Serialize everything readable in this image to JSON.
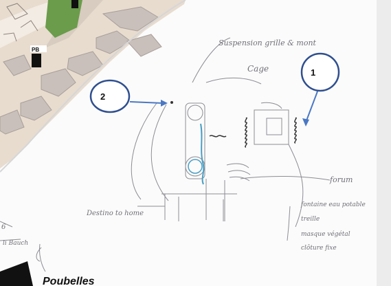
{
  "map": {
    "building_code": "PB",
    "footer_word": "Poubelles"
  },
  "callouts": {
    "one": {
      "number": "1"
    },
    "two": {
      "number": "2"
    }
  },
  "sketch_labels": {
    "suspension": "Suspension grille & mont",
    "cage": "Cage",
    "forum": "forum",
    "destiny": "Destino to home",
    "fontaine_line1": "fontaine eau potable",
    "fontaine_line2": "treille",
    "fontaine_line3": "masque végétal",
    "fontaine_line4": "clôture fixe",
    "left_margin1": "6",
    "left_margin2": "li Bauch"
  },
  "colors": {
    "callout_stroke": "#2f4f8f",
    "callout_arrow": "#4a78c4",
    "map_bg": "#e8dccf",
    "map_building": "#c9c0bb",
    "map_path": "#a99f9a",
    "map_green": "#6a9c4b",
    "pencil": "#8c8c94"
  }
}
